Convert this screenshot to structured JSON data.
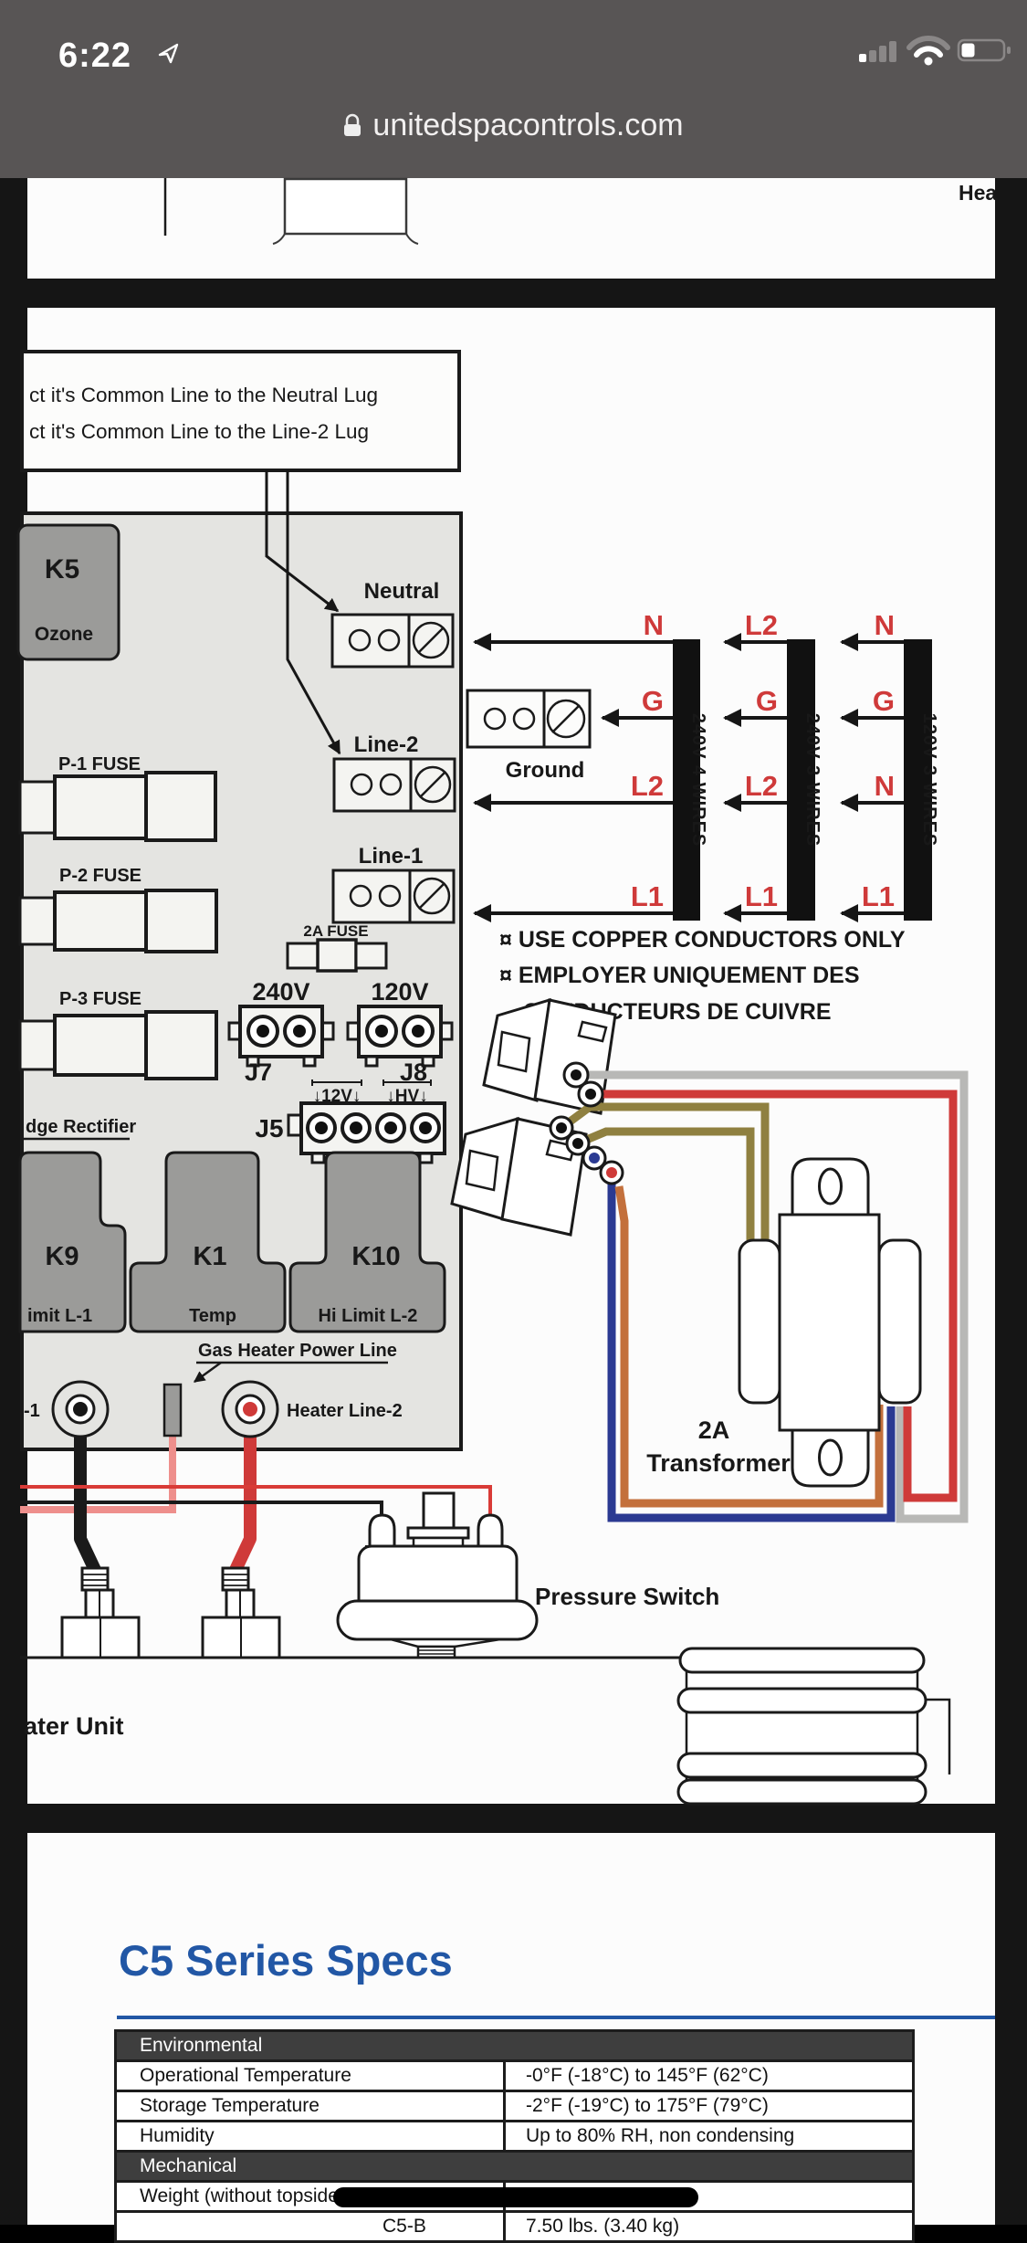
{
  "colors": {
    "accent": "#2257a5",
    "label_red": "#cf3a3a",
    "statusbar_bg": "#585555",
    "page_bg": "#151515",
    "board_gray": "#e4e4e1",
    "relay_gray": "#9b9b99",
    "table_header_bg": "#3e3e3e",
    "wire_red": "#cf3a39",
    "wire_blue": "#2b3a92",
    "wire_olive": "#8f8040",
    "wire_orange": "#c3703c",
    "wire_gray": "#b8b8b6",
    "wire_pink": "#ee8f8c",
    "wire_black": "#1a1a1a"
  },
  "status": {
    "time": "6:22",
    "url": "unitedspacontrols.com"
  },
  "panel1": {
    "fragment": "Hea"
  },
  "diagram": {
    "note1": "ct it's Common Line to the Neutral Lug",
    "note2": "ct it's Common Line to the Line-2 Lug",
    "k5": "K5",
    "k5_sub": "Ozone",
    "neutral": "Neutral",
    "line2": "Line-2",
    "line1": "Line-1",
    "ground": "Ground",
    "p1": "P-1 FUSE",
    "p2": "P-2 FUSE",
    "p3": "P-3 FUSE",
    "fuse2a": "2A  FUSE",
    "v240": "240V",
    "v120": "120V",
    "j7": "J7",
    "j8": "J8",
    "j5": "J5",
    "v12": "↓12V↓",
    "hv": "↓HV↓",
    "bridge": "dge Rectifier",
    "k9": "K9",
    "k9_sub": "imit L-1",
    "k1": "K1",
    "k1_sub": "Temp",
    "k10": "K10",
    "k10_sub": "Hi Limit L-2",
    "gas_heater": "Gas Heater Power Line",
    "heater_line1": "-1",
    "heater_line2": "Heater Line-2",
    "columns": [
      {
        "label": "240V 4 WIRES",
        "wires": [
          "N",
          "G",
          "L2",
          "L1"
        ]
      },
      {
        "label": "240V 3 WIRES",
        "wires": [
          "L2",
          "G",
          "L2",
          "L1"
        ]
      },
      {
        "label": "120V 3 WIRES",
        "wires": [
          "N",
          "G",
          "N",
          "L1"
        ]
      }
    ],
    "copper1": "¤ USE COPPER CONDUCTORS ONLY",
    "copper2": "¤ EMPLOYER UNIQUEMENT DES",
    "copper3": "CONDUCTEURS DE CUIVRE",
    "amp2a": "2A",
    "transformer": "Transformer",
    "pressure_switch": "Pressure Switch",
    "heater_unit": "ater Unit"
  },
  "specs": {
    "title": "C5 Series Specs",
    "rows": [
      {
        "type": "header",
        "label": "Environmental"
      },
      {
        "label": "Operational Temperature",
        "value": "-0°F (-18°C) to 145°F (62°C)"
      },
      {
        "label": "Storage Temperature",
        "value": "-2°F (-19°C) to 175°F (79°C)"
      },
      {
        "label": "Humidity",
        "value": "Up to 80% RH, non condensing"
      },
      {
        "type": "header",
        "label": "Mechanical"
      },
      {
        "label": "Weight (without topside",
        "value": ""
      },
      {
        "label": "C5-B",
        "value": "7.50 lbs. (3.40 kg)"
      }
    ]
  }
}
